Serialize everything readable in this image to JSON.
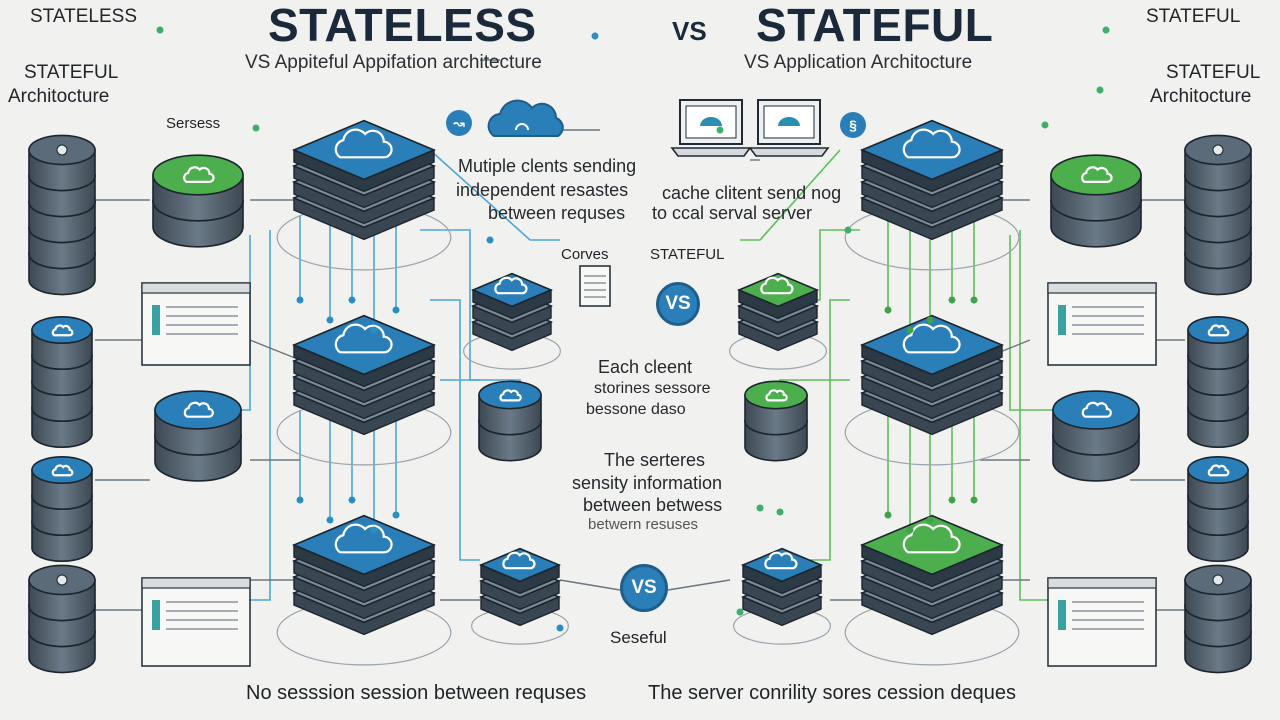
{
  "header": {
    "title_left": "STATELESS",
    "title_vs": "VS",
    "title_right": "STATEFUL",
    "subtitle_left": "VS Appiteful Appifation architecture",
    "subtitle_right": "VS Application Architocture"
  },
  "corners": {
    "top_left_label": "STATELESS",
    "left_arch_line1": "STATEFUL",
    "left_arch_line2": "Architocture",
    "left_small_label": "Sersess",
    "top_right_label": "STATEFUL",
    "right_arch_line1": "STATEFUL",
    "right_arch_line2": "Architocture"
  },
  "middle": {
    "left_note_line1": "Mutiple clents sending",
    "left_note_line2": "independent resastes",
    "left_note_line3": "between requses",
    "right_note_line1": "cache clitent send nog",
    "right_note_line2": "to ccal serval server",
    "label_coves": "Corves",
    "label_stateful": "STATEFUL",
    "vs_center": "VS",
    "each_line1": "Each cleent",
    "each_line2": "storines sessore",
    "each_line3": "bessone daso",
    "servers_line1": "The serteres",
    "servers_line2": "sensity information",
    "servers_line3": "between betwess",
    "servers_line4": "betwern resuses",
    "vs_bottom": "VS",
    "sesseful": "Seseful"
  },
  "footer": {
    "left": "No sesssion session between requses",
    "right": "The server conrility sores cession deques"
  },
  "colors": {
    "blue": "#2a7fb8",
    "blue_dark": "#1f5d8a",
    "green": "#4cae4c",
    "slate": "#5b6b7a",
    "line_blue": "#4aa7d8",
    "line_green": "#5cc05c",
    "background": "#f1f1ef"
  },
  "icons": {
    "cloud": "cloud-icon",
    "database": "database-icon",
    "laptop": "laptop-icon",
    "document": "document-icon"
  }
}
